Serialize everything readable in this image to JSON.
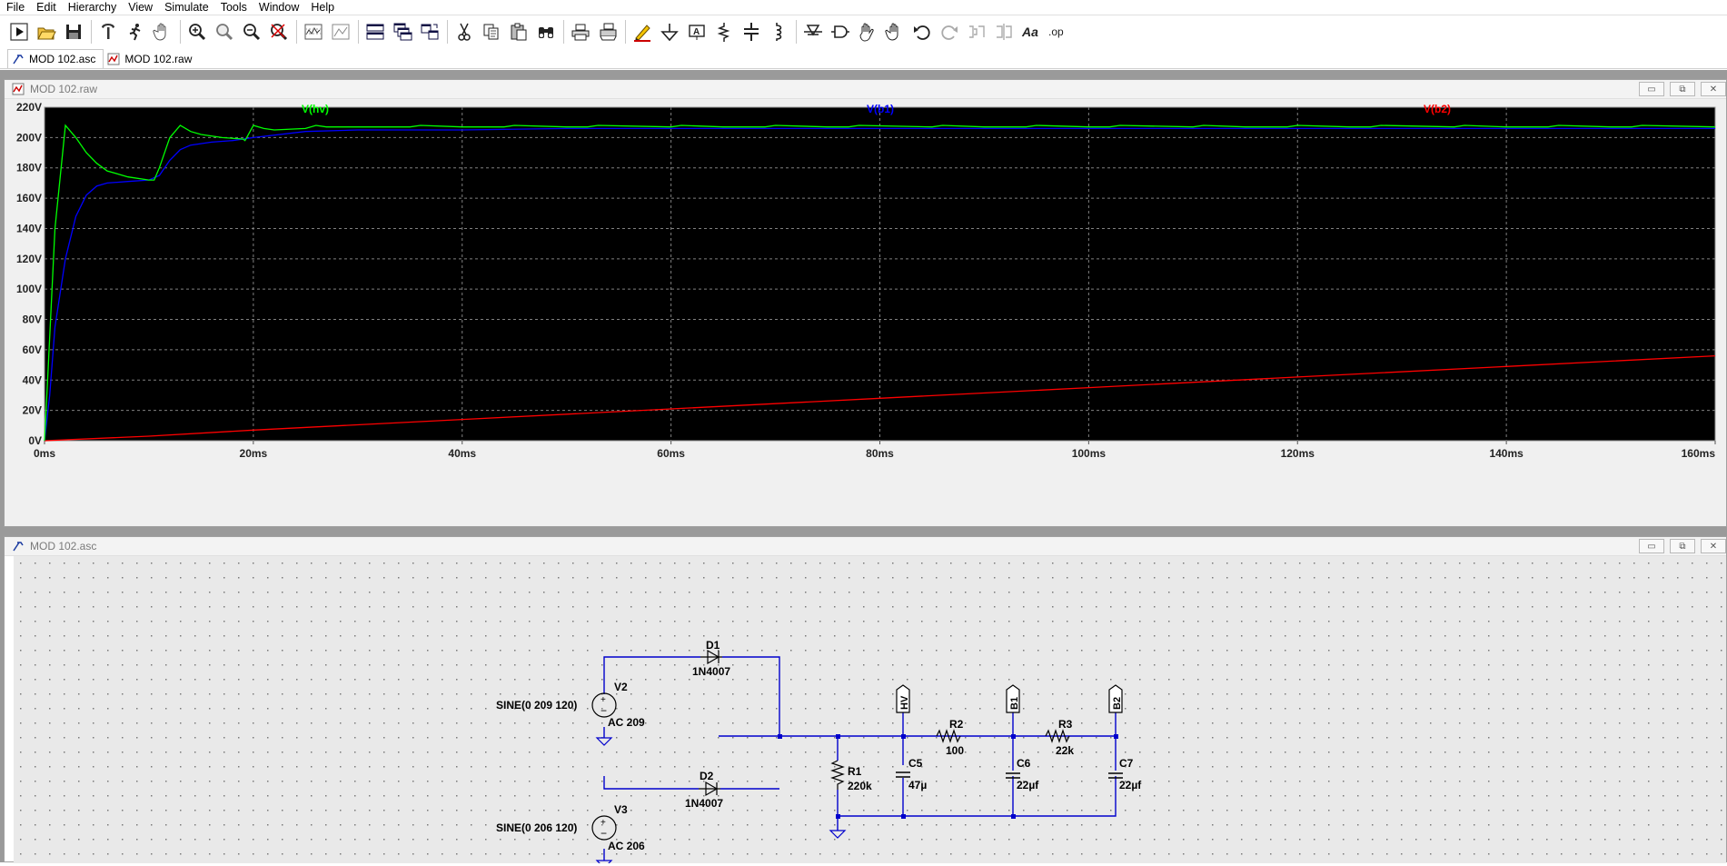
{
  "menu": [
    "File",
    "Edit",
    "Hierarchy",
    "View",
    "Simulate",
    "Tools",
    "Window",
    "Help"
  ],
  "toolbar": [
    "run-icon",
    "open-icon",
    "save-icon",
    "control-panel-icon",
    "run-ticker-icon",
    "pan-hand-icon",
    "zoom-in-icon",
    "zoom-area-icon",
    "zoom-out-icon",
    "zoom-fit-icon",
    "autorange-icon",
    "grid-icon",
    "tile-horizontal-icon",
    "cascade-icon",
    "tile-vertical-icon",
    "cut-icon",
    "copy-icon",
    "paste-icon",
    "find-icon",
    "print-icon",
    "print-setup-icon",
    "draw-wire-icon",
    "ground-icon",
    "label-net-icon",
    "resistor-icon",
    "capacitor-icon",
    "inductor-icon",
    "diode-icon",
    "component-icon",
    "move-icon",
    "drag-icon",
    "undo-icon",
    "redo-icon",
    "rotate-icon",
    "mirror-icon",
    "text-icon",
    "spice-directive-icon"
  ],
  "toolbar_text": {
    "text": "Aa",
    "op": ".op"
  },
  "tabs": [
    {
      "label": "MOD 102.asc",
      "icon": "schematic-icon"
    },
    {
      "label": "MOD 102.raw",
      "icon": "waveform-icon"
    }
  ],
  "plot_window": {
    "title": "MOD 102.raw"
  },
  "schematic_window": {
    "title": "MOD 102.asc"
  },
  "colors": {
    "plot_bg": "#000000",
    "grid": "#808080",
    "hv": "#00ff00",
    "b1": "#0000ff",
    "b2": "#ff0000",
    "wire": "#0000cc",
    "component": "#000000",
    "sch_bg": "#e9e9e9"
  },
  "chart_data": {
    "type": "line",
    "xlabel": "",
    "ylabel": "",
    "x_ticks": [
      "0ms",
      "20ms",
      "40ms",
      "60ms",
      "80ms",
      "100ms",
      "120ms",
      "140ms",
      "160ms"
    ],
    "y_ticks": [
      "0V",
      "20V",
      "40V",
      "60V",
      "80V",
      "100V",
      "120V",
      "140V",
      "160V",
      "180V",
      "200V",
      "220V"
    ],
    "xlim": [
      0,
      160
    ],
    "ylim": [
      0,
      220
    ],
    "grid": true,
    "legend": "top",
    "series": [
      {
        "name": "V(hv)",
        "color": "#00ff00",
        "x": [
          0,
          0.3,
          1,
          2,
          3,
          4,
          5,
          6,
          8,
          10,
          10.5,
          11,
          12,
          13,
          14,
          15,
          17,
          19,
          19.2,
          20,
          21,
          22,
          25,
          26,
          27,
          35,
          36,
          40,
          44,
          45,
          50,
          52,
          53,
          60,
          61,
          65,
          69,
          70,
          75,
          77,
          78,
          85,
          86,
          90,
          94,
          95,
          100,
          102,
          103,
          110,
          111,
          115,
          119,
          120,
          125,
          127,
          128,
          135,
          136,
          140,
          144,
          145,
          150,
          152,
          153,
          160
        ],
        "y": [
          0,
          40,
          140,
          208,
          200,
          190,
          183,
          178,
          174,
          172,
          172,
          180,
          200,
          208,
          204,
          202,
          200,
          199,
          198,
          208,
          206,
          205,
          206,
          208,
          207,
          207,
          208,
          207,
          207,
          208,
          207,
          207,
          208,
          207,
          208,
          207,
          207,
          208,
          207,
          207,
          208,
          207,
          208,
          207,
          207,
          208,
          207,
          207,
          208,
          207,
          208,
          207,
          207,
          208,
          207,
          207,
          208,
          207,
          208,
          207,
          207,
          208,
          207,
          207,
          208,
          207
        ]
      },
      {
        "name": "V(b1)",
        "color": "#0000ff",
        "x": [
          0,
          0.5,
          1,
          2,
          3,
          4,
          5,
          6,
          8,
          10,
          11,
          12,
          13,
          14,
          16,
          18,
          20,
          25,
          30,
          40,
          50,
          60,
          70,
          80,
          90,
          100,
          110,
          120,
          130,
          140,
          150,
          160
        ],
        "y": [
          0,
          30,
          75,
          120,
          148,
          162,
          168,
          170,
          171,
          172,
          175,
          185,
          192,
          195,
          197,
          198,
          200,
          204,
          205,
          205,
          206,
          206,
          206,
          206,
          206,
          206,
          206,
          206,
          206,
          206,
          206,
          206
        ]
      },
      {
        "name": "V(b2)",
        "color": "#ff0000",
        "x": [
          0,
          10,
          20,
          40,
          60,
          80,
          100,
          120,
          140,
          160
        ],
        "y": [
          0,
          3,
          7,
          14,
          21,
          28,
          35,
          42,
          49,
          56
        ]
      }
    ]
  },
  "schematic": {
    "v2": {
      "name": "V2",
      "spec": "SINE(0 209 120)",
      "ac": "AC 209"
    },
    "v3": {
      "name": "V3",
      "spec": "SINE(0 206 120)",
      "ac": "AC 206"
    },
    "d1": {
      "name": "D1",
      "model": "1N4007"
    },
    "d2": {
      "name": "D2",
      "model": "1N4007"
    },
    "r1": {
      "name": "R1",
      "value": "220k"
    },
    "r2": {
      "name": "R2",
      "value": "100"
    },
    "r3": {
      "name": "R3",
      "value": "22k"
    },
    "c5": {
      "name": "C5",
      "value": "47µ"
    },
    "c6": {
      "name": "C6",
      "value": "22µf"
    },
    "c7": {
      "name": "C7",
      "value": "22µf"
    },
    "labels": [
      "HV",
      "B1",
      "B2"
    ]
  }
}
